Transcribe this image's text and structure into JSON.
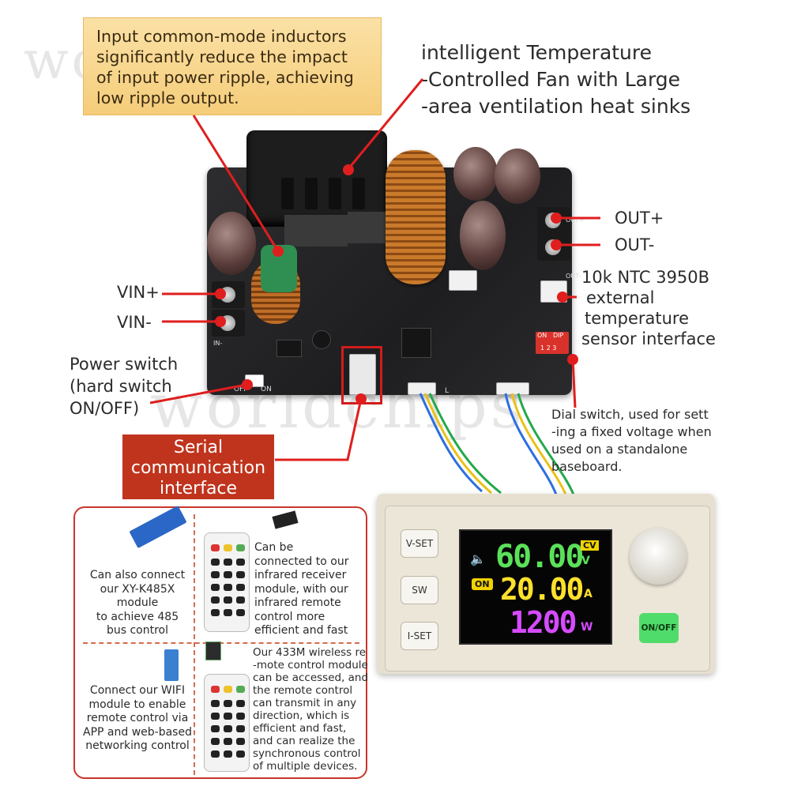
{
  "watermark": "worldchips",
  "callouts": {
    "inductor": [
      "Input common-mode inductors",
      "significantly reduce the impact",
      "of input power ripple, achieving",
      "low ripple output."
    ],
    "fan": [
      "intelligent Temperature",
      "-Controlled Fan with Large",
      "-area ventilation heat sinks"
    ],
    "out_plus": "OUT+",
    "out_minus": "OUT-",
    "vin_plus": "VIN+",
    "vin_minus": "VIN-",
    "ntc": [
      "10k NTC 3950B",
      "external",
      "temperature",
      "sensor interface"
    ],
    "power_switch": [
      "Power switch",
      "(hard switch",
      "ON/OFF)"
    ],
    "dial_switch": [
      "Dial switch, used for sett",
      "-ing a fixed voltage when",
      "used on a standalone",
      "baseboard."
    ],
    "serial": [
      "Serial",
      "communication",
      "interface"
    ]
  },
  "options_panel": {
    "k485": [
      "Can also connect",
      "our XY-K485X module",
      "to achieve 485",
      "bus control"
    ],
    "infrared": [
      "Can be",
      "connected to our",
      "infrared receiver",
      "module, with our",
      "infrared remote",
      "control more",
      "efficient and fast"
    ],
    "wifi": [
      "Connect our WIFI",
      "module to enable",
      "remote control via",
      "APP and web-based",
      "networking control"
    ],
    "wireless433": [
      "Our 433M wireless re",
      "-mote control module",
      "can be accessed, and",
      "the remote control",
      "can transmit in any",
      "direction, which is",
      "efficient and fast,",
      "and can realize the",
      "synchronous control",
      "of multiple devices."
    ]
  },
  "pcb_labels": {
    "off": "OFF",
    "on": "ON",
    "dip_on": "ON",
    "dip": "DIP",
    "dip_nums": "1 2 3",
    "l": "L",
    "out_plus_small": "OUT+",
    "out_minus_small": "OUT-",
    "in": "IN-"
  },
  "controller": {
    "buttons": [
      "V-SET",
      "SW",
      "I-SET"
    ],
    "onoff": "ON/OFF",
    "display": {
      "voltage": "60.00",
      "voltage_unit": "V",
      "mode_badge": "CV",
      "on_badge": "ON",
      "current": "20.00",
      "current_unit": "A",
      "power": "1200",
      "power_unit": "W"
    }
  },
  "colors": {
    "accent_red": "#d21c1c",
    "callout_bg": "#f5cd7a",
    "serial_bg": "#c0341d",
    "lcd_voltage": "#5be05a",
    "lcd_current": "#ffe12b",
    "lcd_power": "#d54bff",
    "onoff_green": "#4fdc6a"
  }
}
